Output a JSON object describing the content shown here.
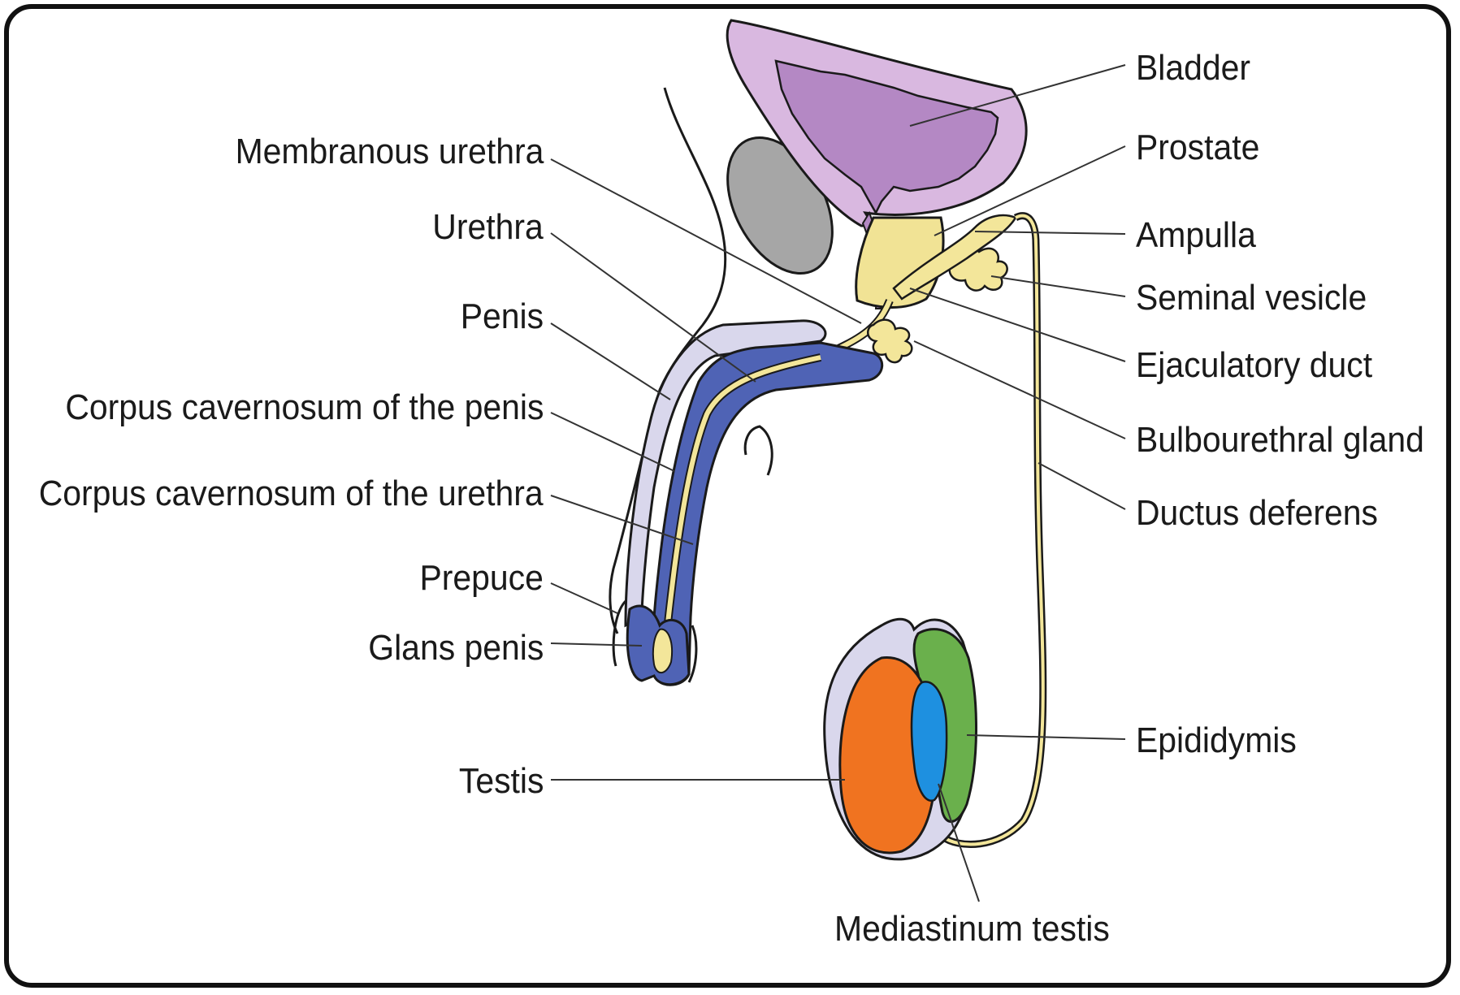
{
  "labels": {
    "left": [
      "Membranous urethra",
      "Urethra",
      "Penis",
      "Corpus cavernosum of the penis",
      "Corpus cavernosum of the urethra",
      "Prepuce",
      "Glans penis",
      "Testis"
    ],
    "right": [
      "Bladder",
      "Prostate",
      "Ampulla",
      "Seminal vesicle",
      "Ejaculatory duct",
      "Bulbourethral gland",
      "Ductus deferens",
      "Epididymis"
    ],
    "bottom": "Mediastinum testis"
  },
  "colors": {
    "bladder_outer": "#d9b8e0",
    "bladder_inner": "#b488c4",
    "prostate": "#f1e395",
    "duct_yellow": "#f3e69a",
    "bone": "#a6a6a6",
    "corpus_penis": "#d9d7ec",
    "corpus_urethra": "#4f63b5",
    "testis": "#f07320",
    "mediastinum": "#1e90e0",
    "epididymis": "#6ab04c",
    "leader": "#333333"
  }
}
